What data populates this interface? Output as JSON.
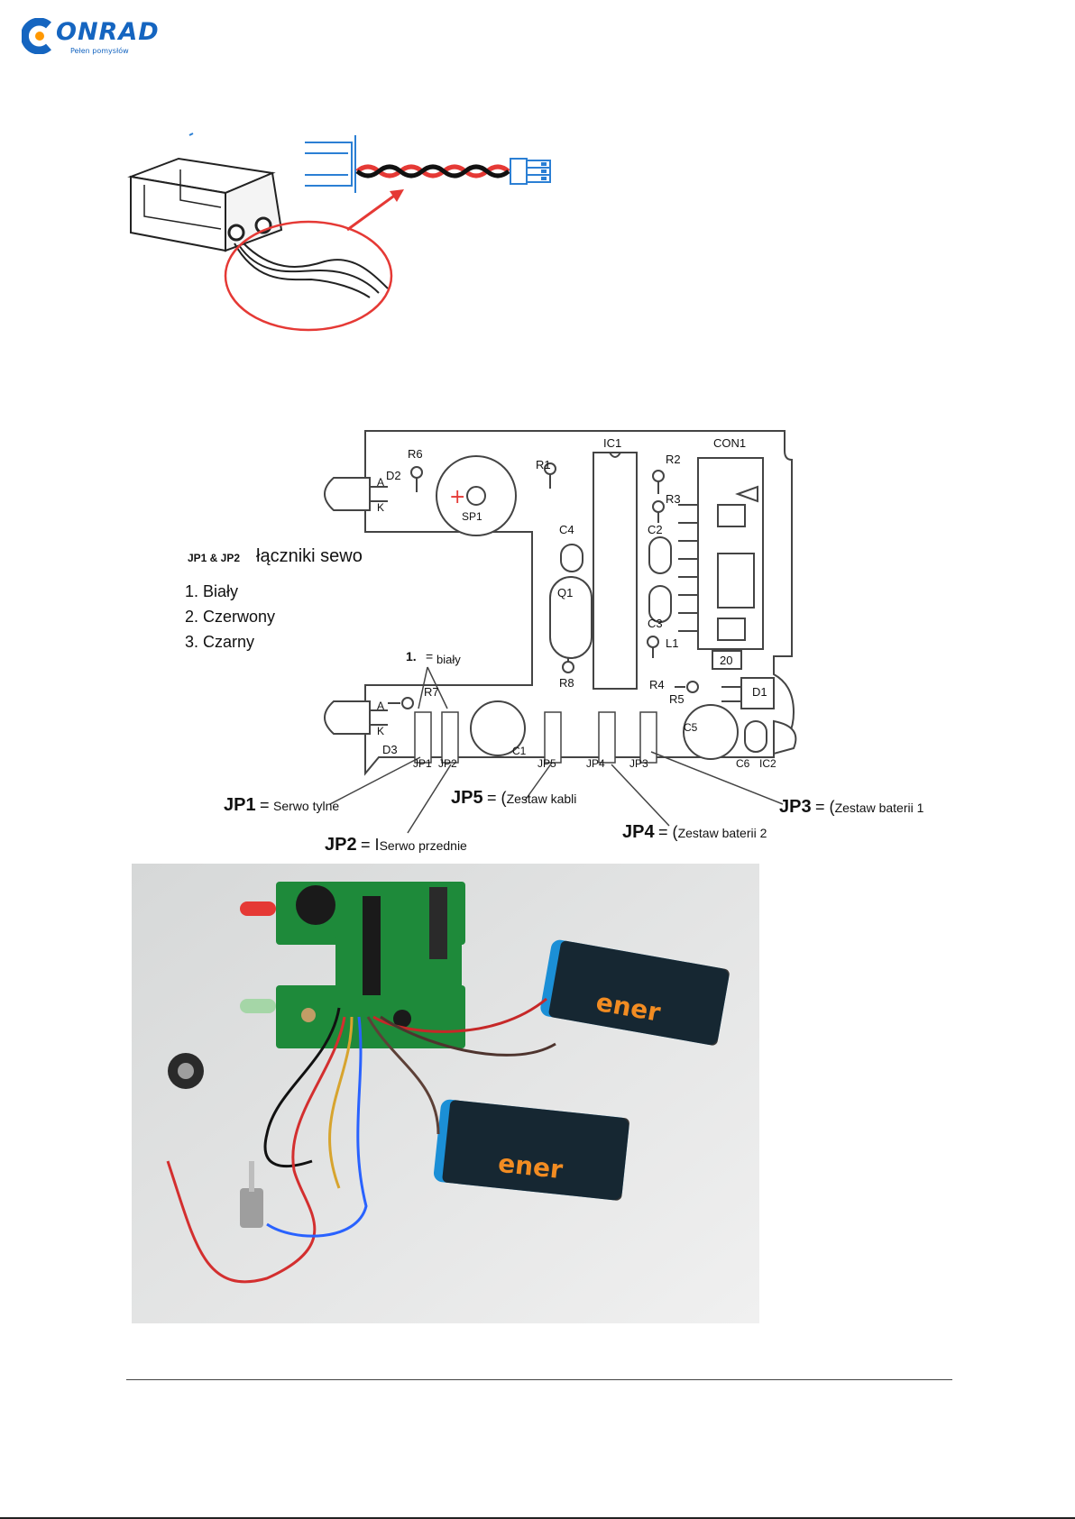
{
  "header": {
    "logo_text": "ONRAD",
    "logo_tagline": "Pełen pomysłów"
  },
  "legend": {
    "title_prefix": "JP1 & JP2",
    "title_suffix": "łączniki sewo",
    "items": [
      "1. Biały",
      "2. Czerwony",
      "3. Czarny"
    ]
  },
  "pin_note": {
    "number": "1.",
    "text": "biały"
  },
  "board_labels": {
    "ic1": "IC1",
    "con1": "CON1",
    "r6": "R6",
    "r1": "R1",
    "r2": "R2",
    "r3": "R3",
    "d2": "D2",
    "sp1": "SP1",
    "c4": "C4",
    "q1": "Q1",
    "c2": "C2",
    "c3": "C3",
    "l1": "L1",
    "r8": "R8",
    "r7": "R7",
    "r4": "R4",
    "r5": "R5",
    "d1": "D1",
    "d3": "D3",
    "jp1": "JP1",
    "jp2": "JP2",
    "c1": "C1",
    "jp5": "JP5",
    "jp4": "JP4",
    "jp3": "JP3",
    "c5": "C5",
    "c6": "C6",
    "ic2": "IC2",
    "con_num": "20",
    "a": "A",
    "k": "K"
  },
  "callouts": {
    "jp1": {
      "code": "JP1",
      "eq": "=",
      "text": "Serwo tylne"
    },
    "jp2": {
      "code": "JP2",
      "eq": "= I",
      "text": "Serwo przednie"
    },
    "jp5": {
      "code": "JP5",
      "eq": "= (",
      "text": "Zestaw kabli"
    },
    "jp4": {
      "code": "JP4",
      "eq": "= (",
      "text": "Zestaw baterii 2"
    },
    "jp3": {
      "code": "JP3",
      "eq": "= (",
      "text": "Zestaw baterii 1"
    }
  },
  "photo_text": {
    "battery_brand": "ener"
  }
}
